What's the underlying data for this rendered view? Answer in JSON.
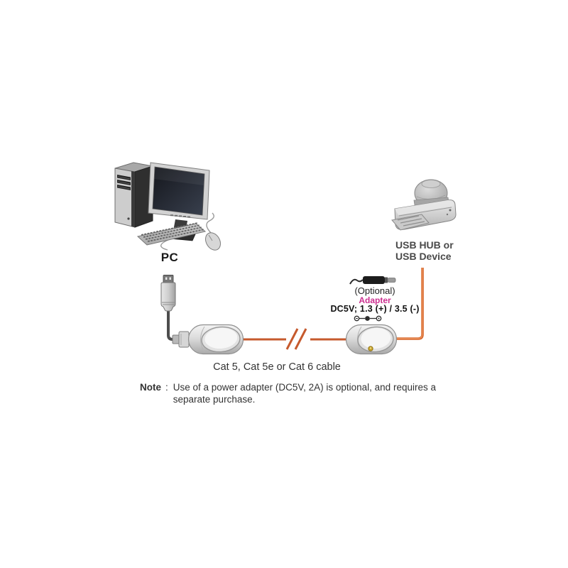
{
  "pc_label": "PC",
  "device_label": {
    "line1": "USB HUB or",
    "line2": "USB Device"
  },
  "adapter": {
    "optional": "(Optional)",
    "name": "Adapter",
    "spec": "DC5V; 1.3 (+) / 3.5 (-)"
  },
  "cable_label": "Cat 5, Cat 5e or Cat 6 cable",
  "note": {
    "label": "Note",
    "colon": ":",
    "line1": "Use of a power adapter (DC5V, 2A) is optional, and requires a",
    "line2": "separate purchase."
  },
  "colors": {
    "cat_cable_orange": "#c65a2d",
    "device_cable_orange": "#d8692f",
    "adapter_magenta": "#cc2f90",
    "usb_cable_gray": "#4d4d4d",
    "text_dark": "#333333",
    "device_label_gray": "#4a4a4a",
    "extender_gold_dot": "#caa62c"
  },
  "icons": {
    "pc-illustration": "desktop computer tower, monitor, keyboard, mouse",
    "printer-illustration": "inkjet printer",
    "usb-plug-icon": "USB type-A plug",
    "usb-connector-icon": "USB connector into extender",
    "dc-plug-icon": "DC barrel power plug",
    "polarity-icon": "DC polarity symbol",
    "extender-local-icon": "local extender unit",
    "extender-remote-icon": "remote extender unit",
    "cable-break-icon": "double slash cable break"
  }
}
